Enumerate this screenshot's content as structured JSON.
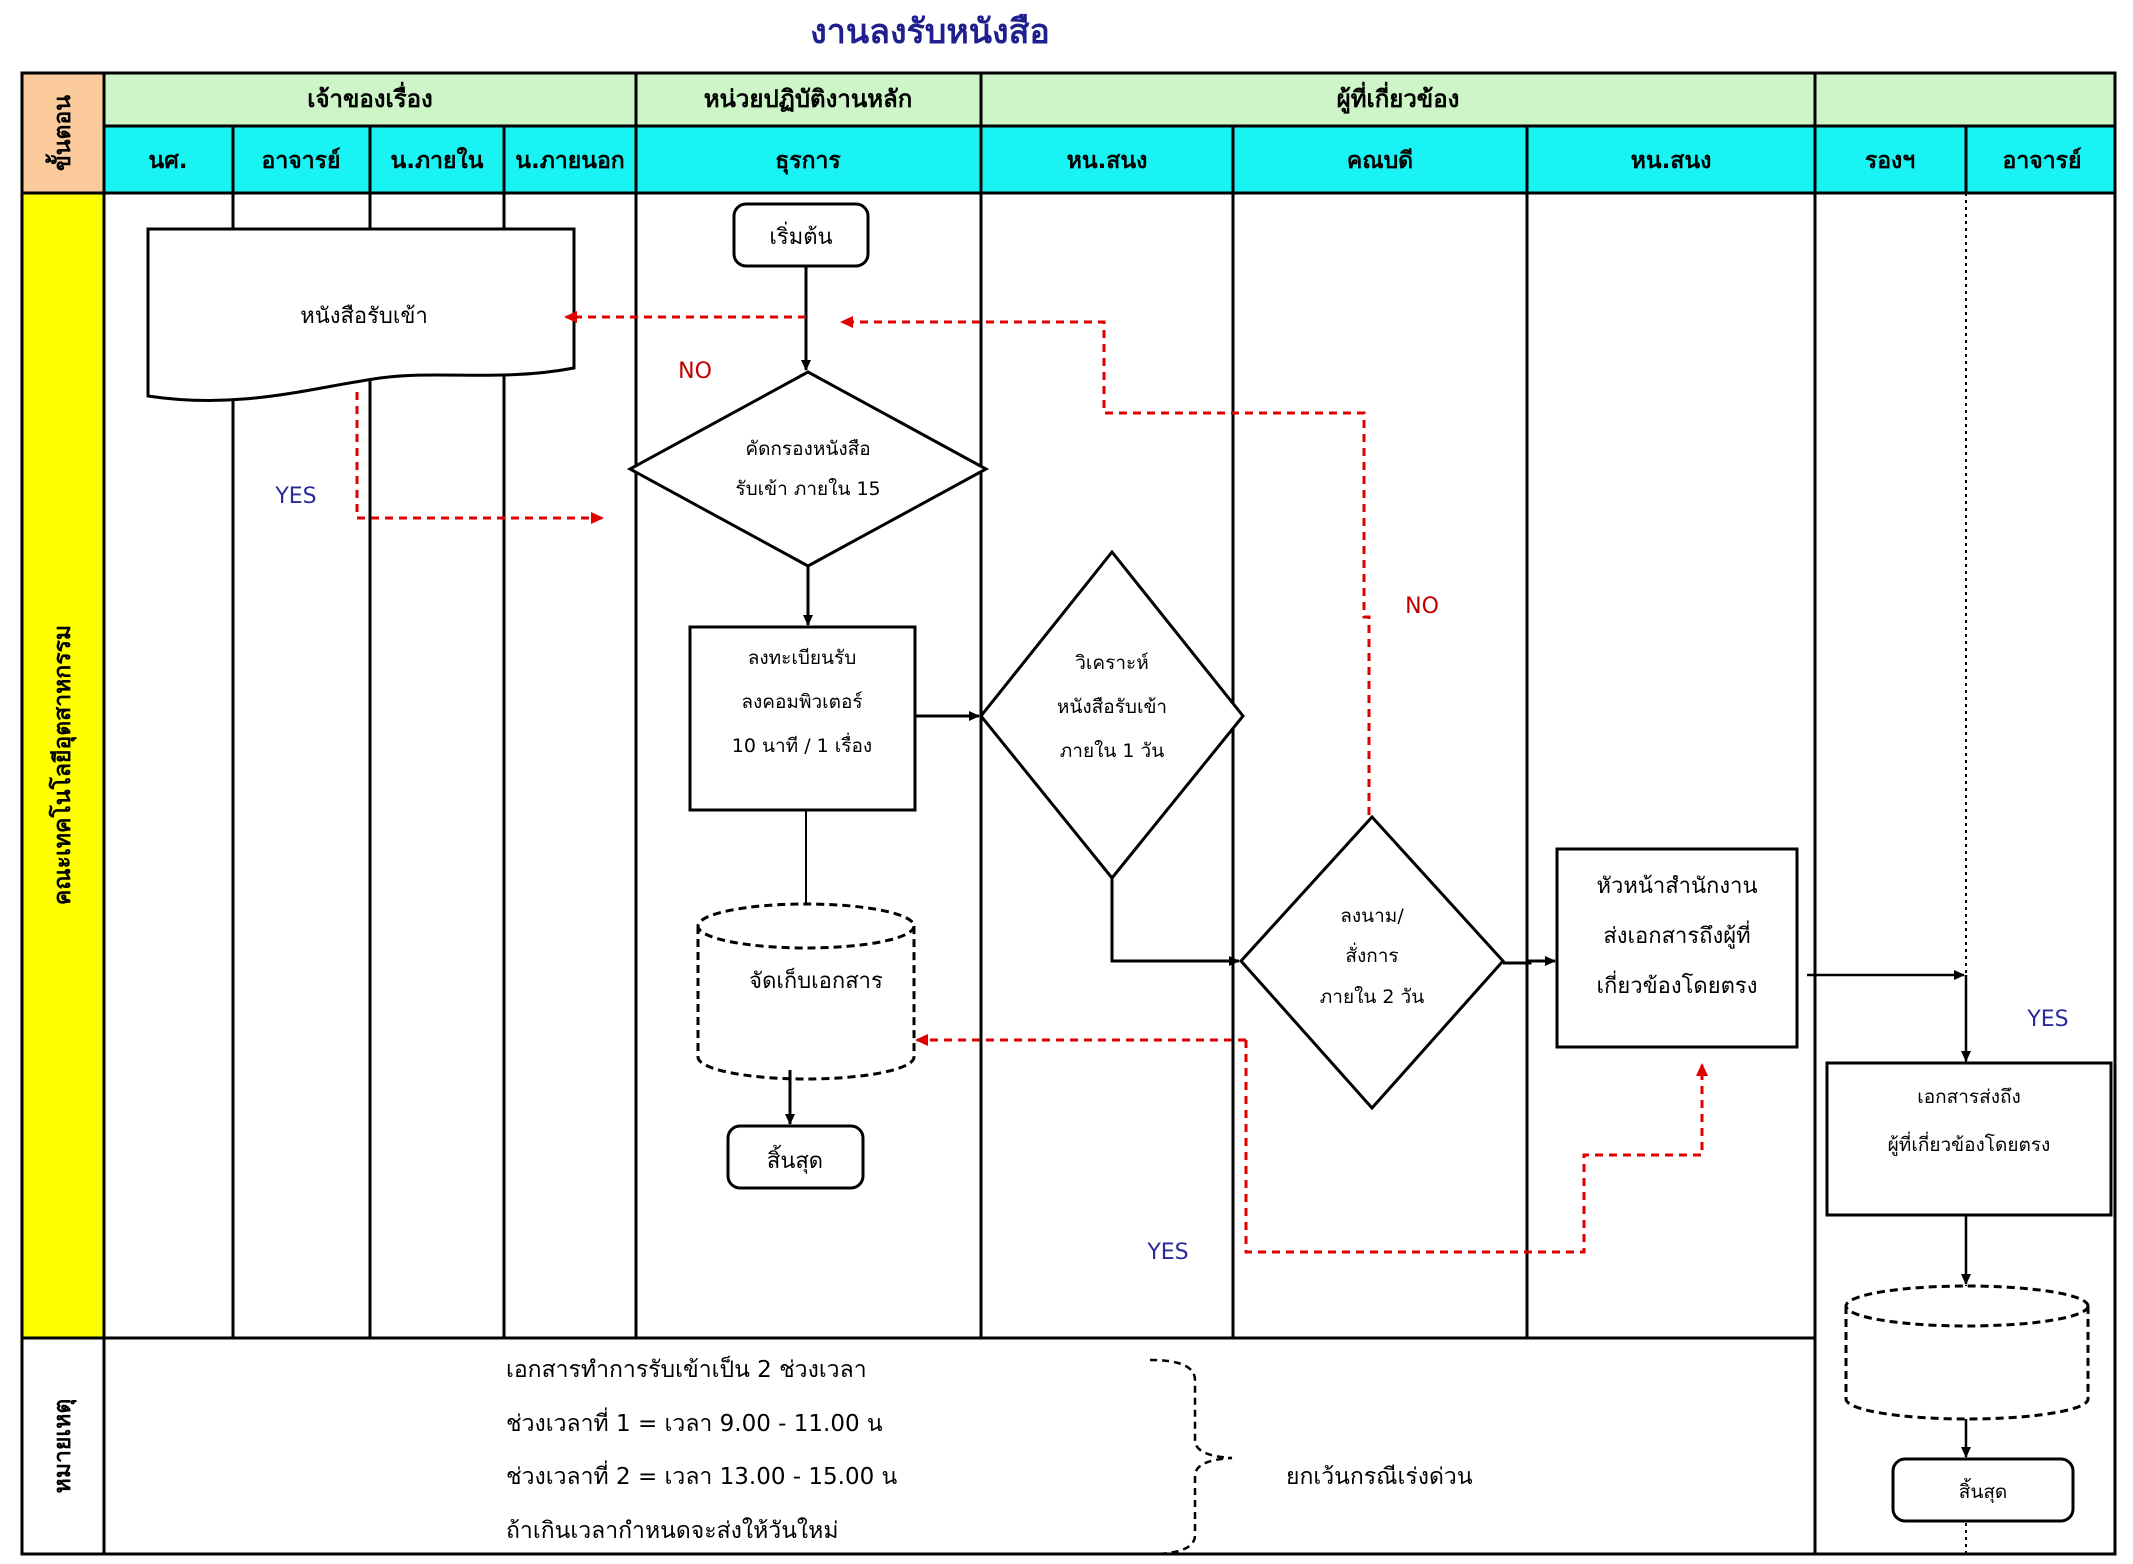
{
  "title": "งานลงรับหนังสือ",
  "row_labels": {
    "steps": "ขั้นตอน",
    "main": "คณะเทคโนโลยีอุตสาหกรรม",
    "remarks": "หมายเหตุ"
  },
  "groups": {
    "owner": "เจ้าของเรื่อง",
    "main_unit": "หน่วยปฏิบัติงานหลัก",
    "related": "ผู้ที่เกี่ยวข้อง"
  },
  "lanes": {
    "l1": "นศ.",
    "l2": "อาจารย์",
    "l3": "น.ภายใน",
    "l4": "น.ภายนอก",
    "l5": "ธุรการ",
    "l6": "หน.สนง",
    "l7": "คณบดี",
    "l8": "หน.สนง",
    "l9": "รองฯ",
    "l10": "อาจารย์"
  },
  "shapes": {
    "start": "เริ่มต้น",
    "incoming_doc": "หนังสือรับเข้า",
    "screen_1": "คัดกรองหนังสือ",
    "screen_2": "รับเข้า  ภายใน  15",
    "register_1": "ลงทะเบียนรับ",
    "register_2": "ลงคอมพิวเตอร์",
    "register_3": "10  นาที / 1 เรื่อง",
    "analyze_1": "วิเคราะห์",
    "analyze_2": "หนังสือรับเข้า",
    "analyze_3": "ภายใน 1 วัน",
    "sign_1": "ลงนาม/",
    "sign_2": "สั่งการ",
    "sign_3": "ภายใน  2 วัน",
    "head_1": "หัวหน้าสำนักงาน",
    "head_2": "ส่งเอกสารถึงผู้ที่",
    "head_3": "เกี่ยวข้องโดยตรง",
    "store": "จัดเก็บเอกสาร",
    "end": "สิ้นสุด",
    "delivered_1": "เอกสารส่งถึง",
    "delivered_2": "ผู้ที่เกี่ยวข้องโดยตรง",
    "end2": "สิ้นสุด"
  },
  "labels": {
    "no_1": "NO",
    "yes_1": "YES",
    "no_2": "NO",
    "yes_2": "YES",
    "yes_3": "YES"
  },
  "remarks": {
    "line1": "เอกสารทำการรับเข้าเป็น  2  ช่วงเวลา",
    "line2": "ช่วงเวลาที่   1 =   เวลา 9.00 - 11.00  น",
    "line3": "ช่วงเวลาที่   2 =   เวลา 13.00 - 15.00  น",
    "line4": "ถ้าเกินเวลากำหนดจะส่งให้วันใหม่",
    "exception": "ยกเว้นกรณีเร่งด่วน"
  },
  "colors": {
    "header_green": "#cdf5c8",
    "header_cyan": "#19f3f3",
    "steps_orange": "#fbcb9c",
    "main_yellow": "#ffff00",
    "title_blue": "#1f1f8f",
    "dash_red": "#e00000"
  }
}
